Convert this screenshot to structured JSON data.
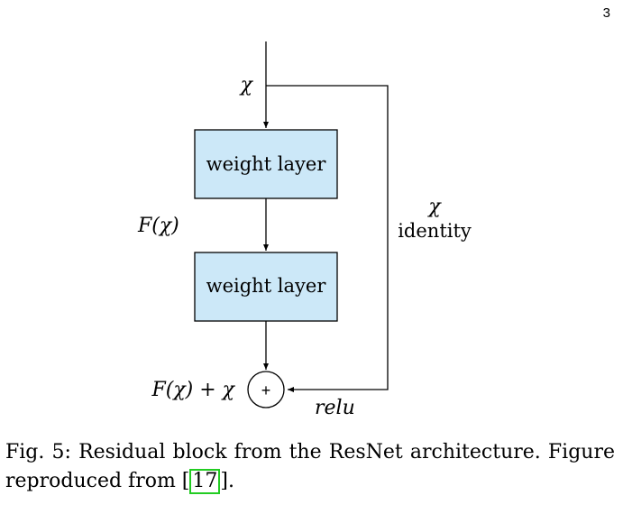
{
  "page": {
    "number": "3"
  },
  "diagram": {
    "input_label": "χ",
    "box1_label": "weight layer",
    "box2_label": "weight layer",
    "f_label": "F(χ)",
    "identity_chi": "χ",
    "identity_label": "identity",
    "output_label": "F(χ) + χ",
    "adder_symbol": "+",
    "relu_label": "relu",
    "colors": {
      "box_fill": "#cce8f8",
      "stroke": "#000000"
    }
  },
  "caption": {
    "prefix": "Fig. 5: Residual block from the ResNet architecture. Figure reproduced from [",
    "ref": "17",
    "suffix": "]."
  },
  "colors": {
    "cite_border": "#22cc22"
  }
}
